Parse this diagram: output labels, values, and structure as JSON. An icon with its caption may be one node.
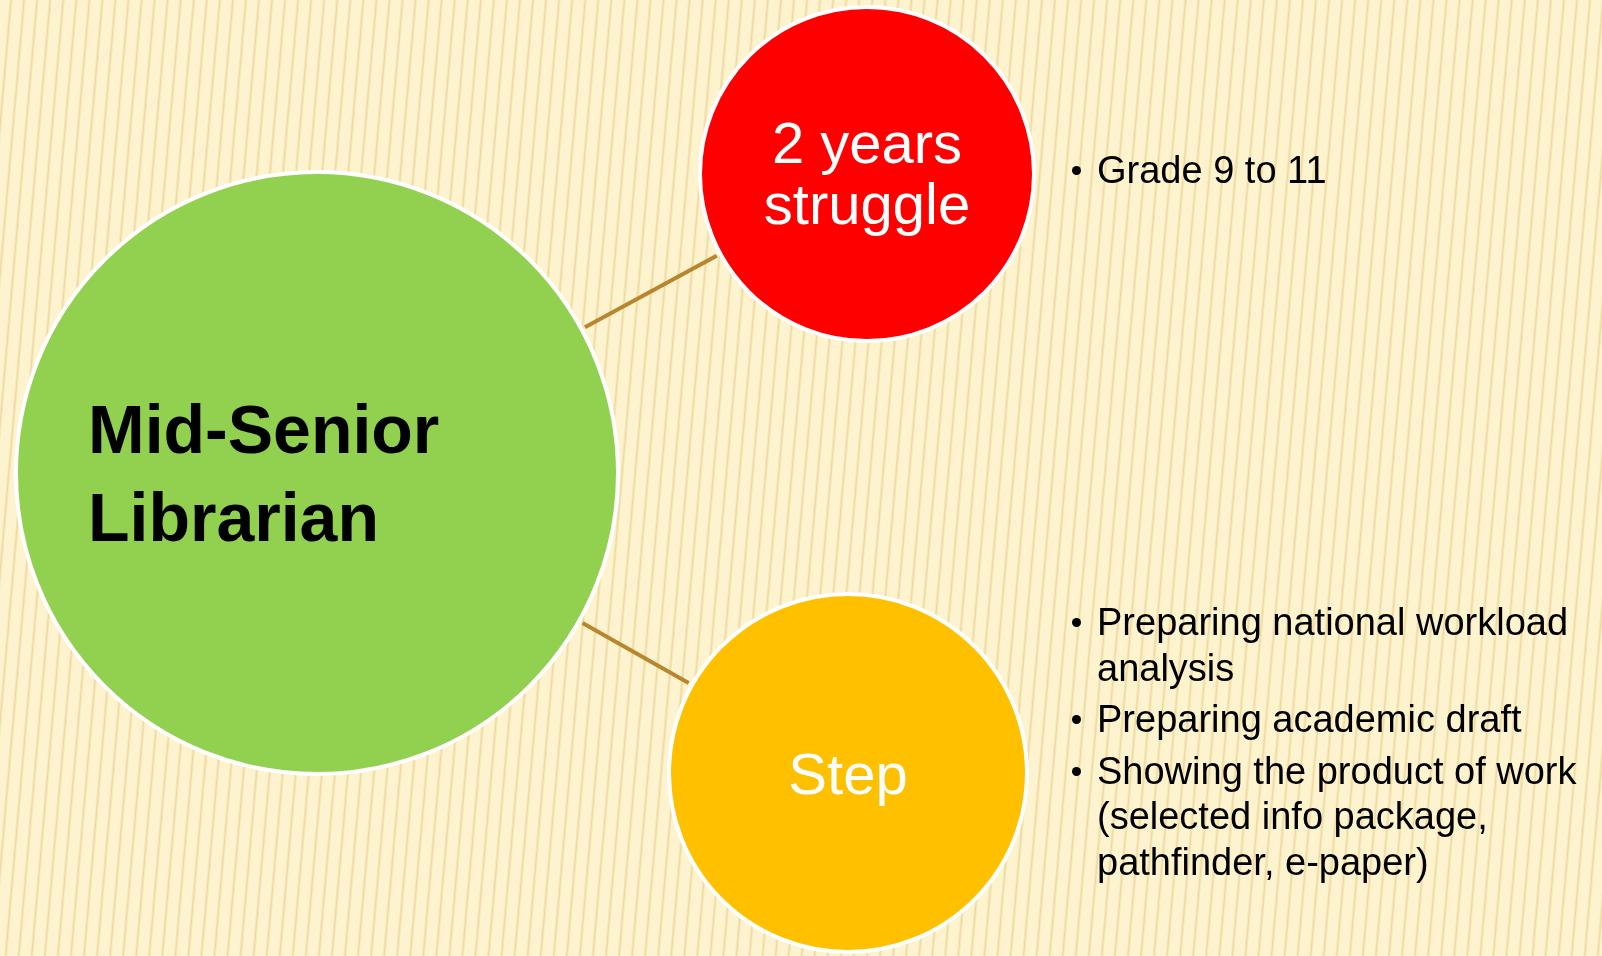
{
  "diagram": {
    "nodes": [
      {
        "text": [
          "Mid-Senior Librarian"
        ]
      },
      {
        "text": [
          "2 years struggle"
        ],
        "beside": [
          "Grade 9 to 11"
        ]
      },
      {
        "text": [
          "Step"
        ],
        "beside": [
          "Preparing national workload analysis",
          "Preparing academic draft",
          "Showing the product of work (selected info package, pathfinder, e-paper)"
        ]
      }
    ],
    "edges": [
      {
        "from": 0,
        "to": 1,
        "arrow": "none"
      },
      {
        "from": 0,
        "to": 2,
        "arrow": "none"
      }
    ]
  }
}
